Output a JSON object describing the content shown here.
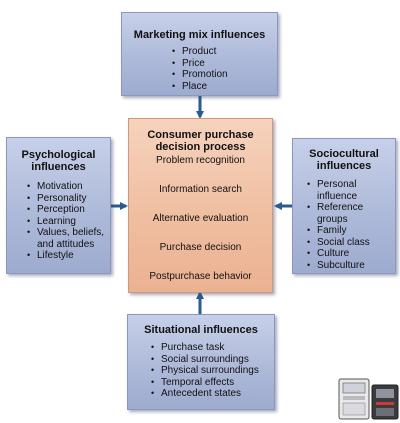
{
  "marketing": {
    "title": "Marketing mix influences",
    "items": [
      "Product",
      "Price",
      "Promotion",
      "Place"
    ]
  },
  "center": {
    "title_line1": "Consumer purchase",
    "title_line2": "decision process",
    "steps": [
      "Problem recognition",
      "Information search",
      "Alternative evaluation",
      "Purchase decision",
      "Postpurchase behavior"
    ]
  },
  "psychological": {
    "title_line1": "Psychological",
    "title_line2": "influences",
    "items": [
      "Motivation",
      "Personality",
      "Perception",
      "Learning",
      "Values, beliefs,",
      "and attitudes",
      "Lifestyle"
    ]
  },
  "sociocultural": {
    "title_line1": "Sociocultural",
    "title_line2": "influences",
    "items": [
      "Personal",
      "influence",
      "Reference",
      "groups",
      "Family",
      "Social class",
      "Culture",
      "Subculture"
    ]
  },
  "situational": {
    "title": "Situational influences",
    "items": [
      "Purchase task",
      "Social surroundings",
      "Physical surroundings",
      "Temporal effects",
      "Antecedent states"
    ]
  },
  "colors": {
    "arrow": "#2b5a8c",
    "influence_box": "#aebad9",
    "center_box": "#efbd9f"
  }
}
